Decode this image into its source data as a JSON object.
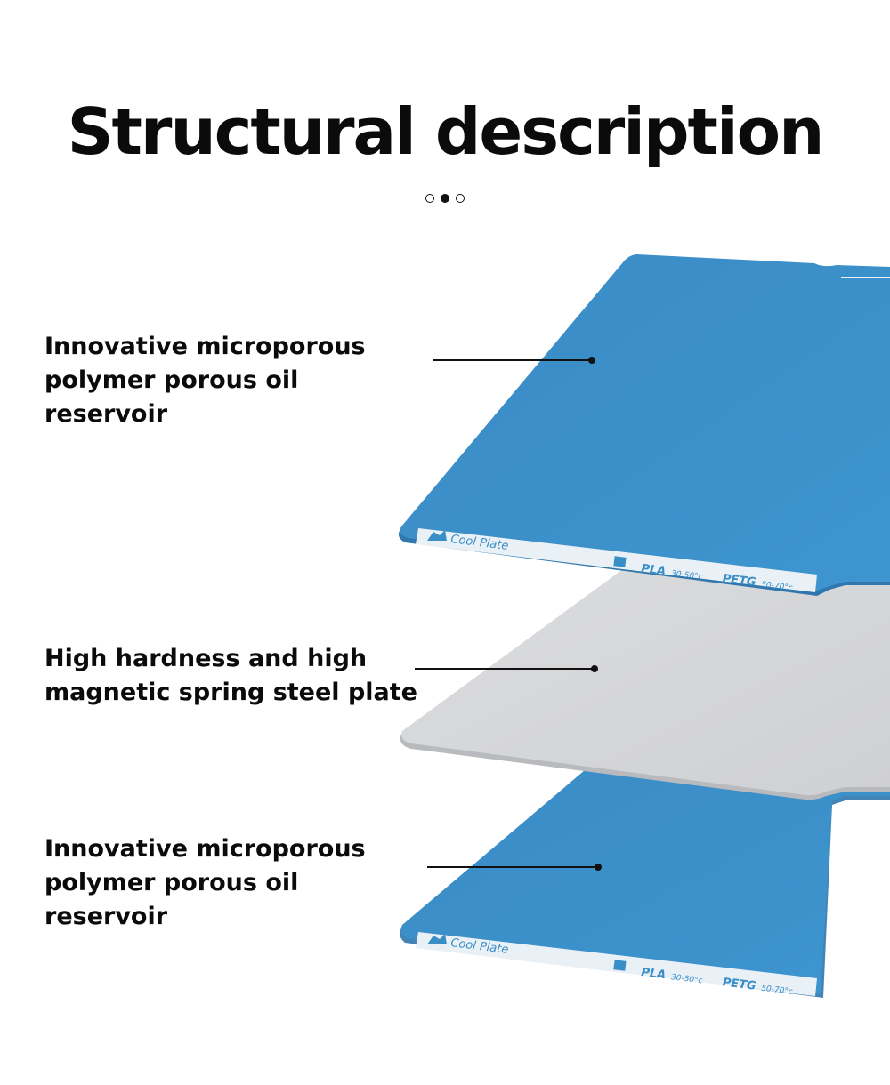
{
  "title": "Structural description",
  "pagination": {
    "count": 3,
    "active": 1
  },
  "layers": [
    {
      "id": "top",
      "label": "Innovative microporous\npolymer porous oil reservoir"
    },
    {
      "id": "middle",
      "label": "High hardness and high\nmagnetic spring steel plate"
    },
    {
      "id": "bottom",
      "label": "Innovative microporous\npolymer porous oil reservoir"
    }
  ],
  "plate_label": {
    "name": "Cool Plate",
    "pla": "PLA",
    "pla_range": "30-50°c",
    "petg": "PETG",
    "petg_range": "50-70°c"
  },
  "colors": {
    "plate_blue": "#3a8ec8",
    "steel_gray": "#d2d3d5",
    "text": "#0b0b0b"
  }
}
